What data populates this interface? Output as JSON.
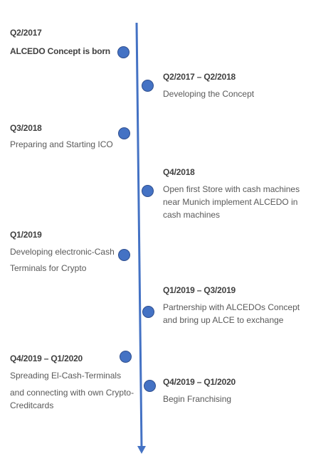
{
  "timeline": {
    "accent_color": "#4472c4",
    "events": [
      {
        "date": "Q2/2017",
        "lines": [
          "ALCEDO Concept is born"
        ],
        "side": "left"
      },
      {
        "date": "Q2/2017 – Q2/2018",
        "lines": [
          "Developing the Concept"
        ],
        "side": "right"
      },
      {
        "date": "Q3/2018",
        "lines": [
          "Preparing and Starting ICO"
        ],
        "side": "left"
      },
      {
        "date": "Q4/2018",
        "lines": [
          "Open first Store with cash machines",
          "near Munich implement ALCEDO in",
          "cash machines"
        ],
        "side": "right"
      },
      {
        "date": "Q1/2019",
        "lines": [
          "Developing electronic-Cash",
          "Terminals for Crypto"
        ],
        "side": "left"
      },
      {
        "date": "Q1/2019 – Q3/2019",
        "lines": [
          "Partnership with ALCEDOs Concept",
          "and bring up ALCE to exchange"
        ],
        "side": "right"
      },
      {
        "date": "Q4/2019 – Q1/2020",
        "lines": [
          "Spreading El-Cash-Terminals",
          "and connecting with own Crypto-",
          "Creditcards"
        ],
        "side": "left"
      },
      {
        "date": "Q4/2019 – Q1/2020",
        "lines": [
          "Begin Franchising"
        ],
        "side": "right"
      }
    ]
  }
}
